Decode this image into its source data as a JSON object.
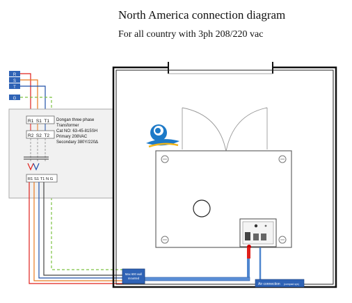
{
  "title": "North America connection diagram",
  "subtitle": "For all country with 3ph 208/220 vac",
  "supply_terminals": [
    "R",
    "S",
    "T",
    "G"
  ],
  "transformer": {
    "top_terminals": "R1  S1  T1",
    "mid_terminals": "R2  S2  T2",
    "bottom_terminals": "R1 S1 T1 N G",
    "lines": [
      "Dongan three phase",
      "Transformer",
      "Cat NO: 63-45-815SH",
      "Primary 208VAC",
      "Secondary 380Y/220Δ"
    ]
  },
  "disconnect_box_label": [
    "Max 600 wall",
    "mounted"
  ],
  "air_connection_label": "Air connection",
  "air_connection_sub": "(compact sys)",
  "colors": {
    "r_wire": "#e0201b",
    "s_wire": "#e8791e",
    "t_wire": "#1e4fa8",
    "ground_wire": "#7cc242",
    "supply_box": "#2f63b6",
    "duct": "#5b8fd6",
    "accent_logo": "#1d7ac8"
  }
}
